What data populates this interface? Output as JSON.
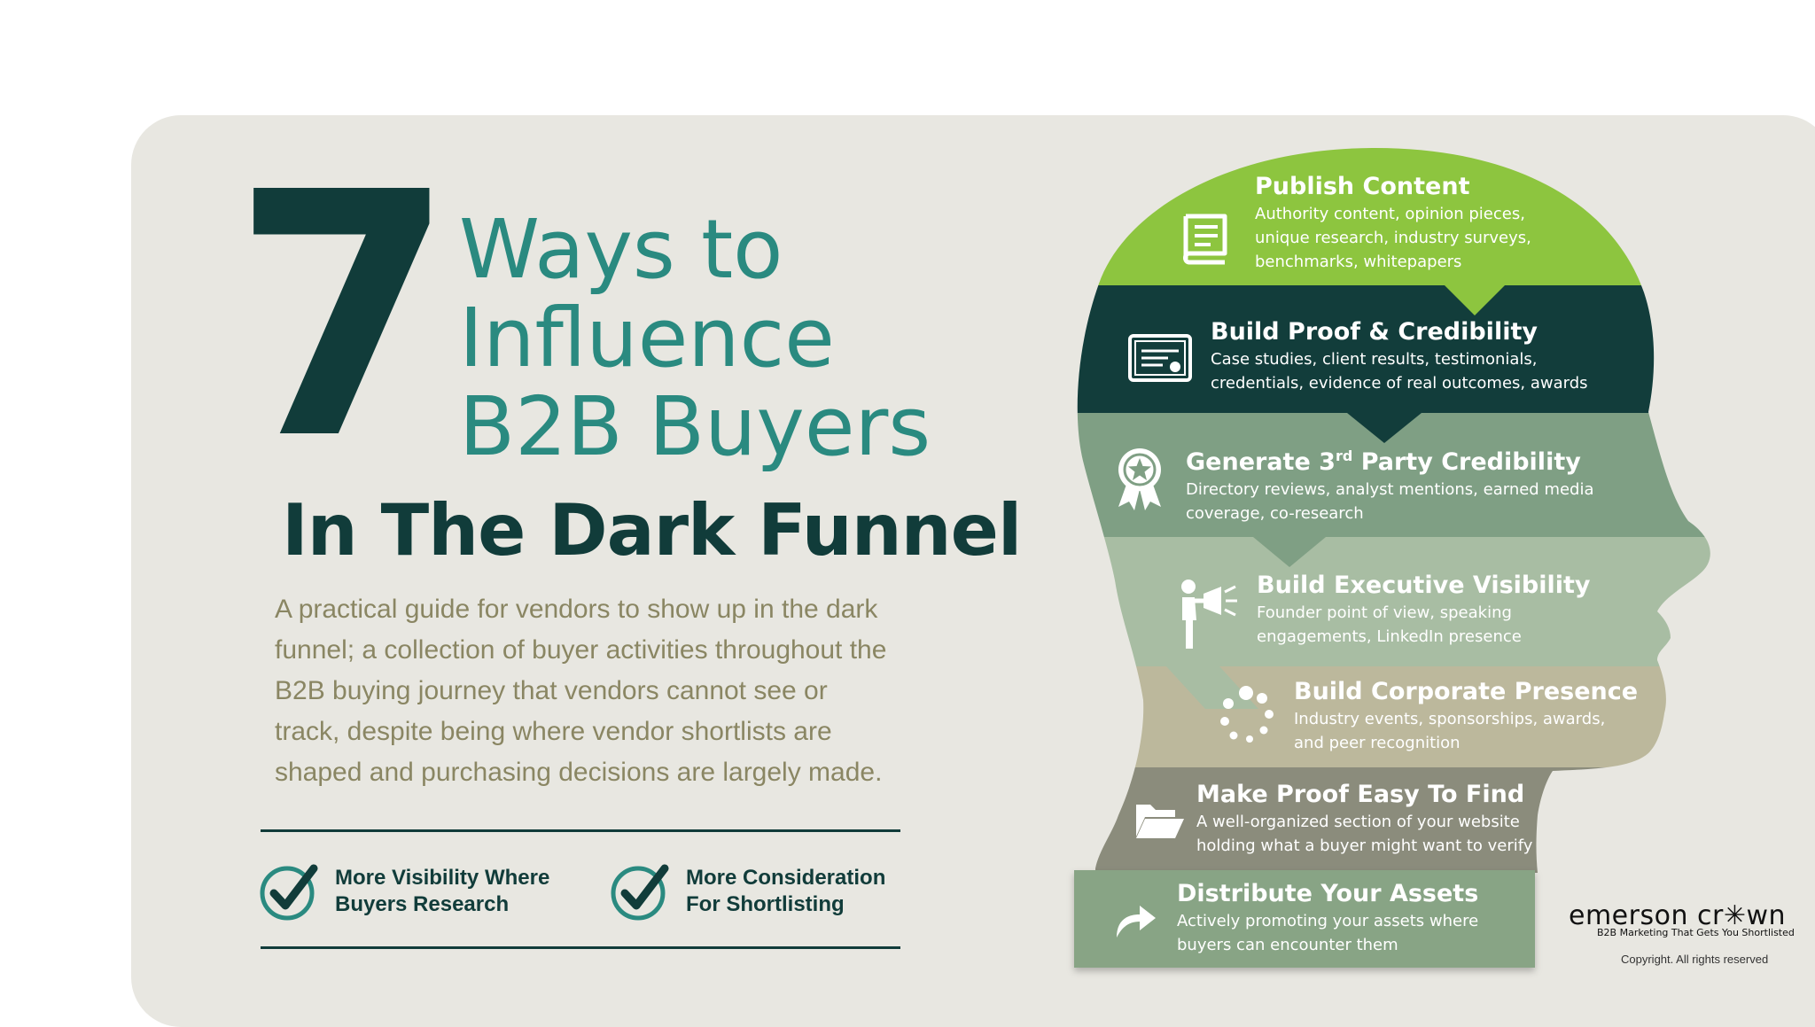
{
  "title": {
    "number": "7",
    "line1": "Ways to",
    "line2": "Influence",
    "line3": "B2B Buyers",
    "subtitle": "In The Dark Funnel"
  },
  "intro": {
    "line1": "A practical guide for vendors to show up in the dark",
    "line2": "funnel; a collection of buyer activities throughout the",
    "line3": "B2B buying journey that vendors cannot see or",
    "line4": "track, despite being where vendor shortlists are",
    "line5": "shaped and purchasing decisions are largely made."
  },
  "benefits": [
    {
      "line1": "More Visibility Where",
      "line2": "Buyers Research",
      "icon": "checkmark-circle-icon"
    },
    {
      "line1": "More Consideration",
      "line2": "For Shortlisting",
      "icon": "checkmark-circle-icon"
    }
  ],
  "steps": [
    {
      "heading": "Publish Content",
      "desc1": "Authority content, opinion pieces,",
      "desc2": "unique research, industry surveys,",
      "desc3": "benchmarks, whitepapers",
      "icon": "book-icon",
      "color": "#8dc53f"
    },
    {
      "heading": "Build Proof & Credibility",
      "desc1": "Case studies, client results, testimonials,",
      "desc2": "credentials, evidence of real outcomes, awards",
      "icon": "certificate-icon",
      "color": "#123d3b"
    },
    {
      "heading_pre": "Generate 3",
      "heading_sup": "rd",
      "heading_post": " Party Credibility",
      "desc1": "Directory reviews, analyst mentions, earned media",
      "desc2": "coverage, co-research",
      "icon": "award-ribbon-icon",
      "color": "#7f9f84"
    },
    {
      "heading": "Build Executive Visibility",
      "desc1": "Founder point of view, speaking",
      "desc2": "engagements, LinkedIn presence",
      "icon": "megaphone-person-icon",
      "color": "#a8bda3"
    },
    {
      "heading": "Build Corporate Presence",
      "desc1": "Industry events, sponsorships, awards,",
      "desc2": "and peer recognition",
      "icon": "loading-dots-icon",
      "color": "#bcb89c"
    },
    {
      "heading": "Make Proof Easy To Find",
      "desc1": "A well-organized section of your website",
      "desc2": "holding what a buyer might want to verify",
      "icon": "folder-open-icon",
      "color": "#8b8c7c"
    },
    {
      "heading": "Distribute Your Assets",
      "desc1": "Actively promoting your assets where",
      "desc2": "buyers can encounter them",
      "icon": "share-arrow-icon",
      "color": "#88a485"
    }
  ],
  "brand": {
    "name": "emerson cr✳wn",
    "tagline": "B2B Marketing That Gets You Shortlisted",
    "copyright": "Copyright. All rights reserved"
  }
}
